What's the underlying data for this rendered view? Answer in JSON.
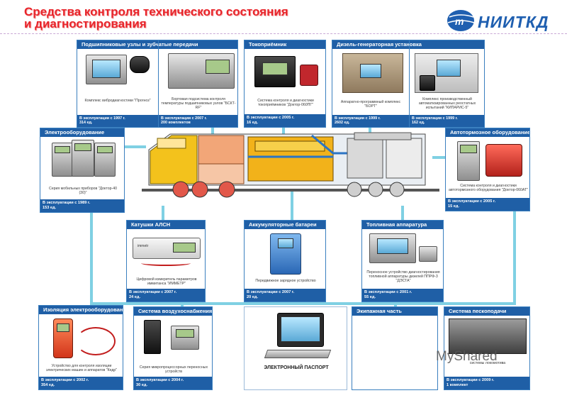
{
  "header": {
    "title_line1": "Средства контроля технического состояния",
    "title_line2": "и диагностирования",
    "logo_text": "НИИТКД",
    "logo_mark": "m"
  },
  "colors": {
    "accent_title": "#e8242a",
    "panel_blue": "#1f5fa6",
    "connector_cyan": "#7fd0e3",
    "logo_blue": "#1f5fb0"
  },
  "panels": {
    "bearings": {
      "title": "Подшипниковые узлы  и зубчатые передачи",
      "left_caption": "Комплекс вибродиагностики \"Прогноз\"",
      "left_footer_line1": "В эксплуатации с 1997 г.",
      "left_footer_line2": "314 ед.",
      "right_caption": "Бортовая подсистема контроля температуры  подшипниковых узлов \"БСКТ-RF\"",
      "right_footer_line1": "В эксплуатации с 2007 г.",
      "right_footer_line2": "200 комплектов"
    },
    "collector": {
      "title": "Токоприёмник",
      "caption": "Система контроля и диагностики токоприёмников \"Доктор-060ПГ\"",
      "footer_line1": "В эксплуатации с 2005 г.",
      "footer_line2": "16 ед."
    },
    "diesel": {
      "title": "Дизель-генераторная установка",
      "left_caption": "Аппаратно-программный комплекс \"БОРТ\"",
      "left_footer_line1": "В эксплуатации с 1999 г.",
      "left_footer_line2": "2602 ед.",
      "right_caption": "Комплекс производственный автоматизированных реостатных испытаний \"КИПАРИС-5\"",
      "right_footer_line1": "В эксплуатации с 1999 г.",
      "right_footer_line2": "162 ед."
    },
    "electrical": {
      "title": "Электрооборудование",
      "caption": "Серия мобильных приборов \"Доктор-40 (30)\"",
      "footer_line1": "В эксплуатации с 1989 г.",
      "footer_line2": "153 ед."
    },
    "brakes": {
      "title": "Автотормозное оборудование",
      "caption": "Система контроля и диагностики автотормозного оборудования \"Доктор-060АТ\"",
      "footer_line1": "В эксплуатации с 2005 г.",
      "footer_line2": "15 ед."
    },
    "alsn": {
      "title": "Катушки АЛСН",
      "caption": "Цифровой измеритель параметров иммитанса \"ИММЕТР\"",
      "footer_line1": "В эксплуатации с 2007 г.",
      "footer_line2": "24 ед."
    },
    "batteries": {
      "title": "Аккумуляторные батареи",
      "caption": "Передвижное зарядное устройство",
      "footer_line1": "В эксплуатации с 2007 г.",
      "footer_line2": "20 ед."
    },
    "fuel": {
      "title": "Топливная аппаратура",
      "caption": "Переносное устройство диагностирования топливной аппаратуры дизелей ППРФ-3 \"ДЭСТА\"",
      "footer_line1": "В эксплуатации с 2001 г.",
      "footer_line2": "55 ед."
    },
    "insulation": {
      "title": "Изоляция электрооборудования",
      "caption": "Устройство для контроля изоляции электрических машин и аппаратов \"Кедр\"",
      "footer_line1": "В эксплуатации с 2002 г.",
      "footer_line2": "354 ед."
    },
    "air": {
      "title": "Система воздухоснабжения",
      "caption": "Серия микропроцессорных переносных устройств",
      "footer_line1": "В эксплуатации с 2004 г.",
      "footer_line2": "30 ед."
    },
    "passport": {
      "label": "ЭЛЕКТРОННЫЙ ПАСПОРТ"
    },
    "crew": {
      "title": "Экипажная часть"
    },
    "sand": {
      "title": "Система пескоподачи",
      "caption": "системы локомотива",
      "footer_line1": "В эксплуатации с 2009 г.",
      "footer_line2": "1 комплект"
    }
  },
  "device_labels": {
    "alsn_brand": "immetr"
  },
  "watermark": "MyShared"
}
